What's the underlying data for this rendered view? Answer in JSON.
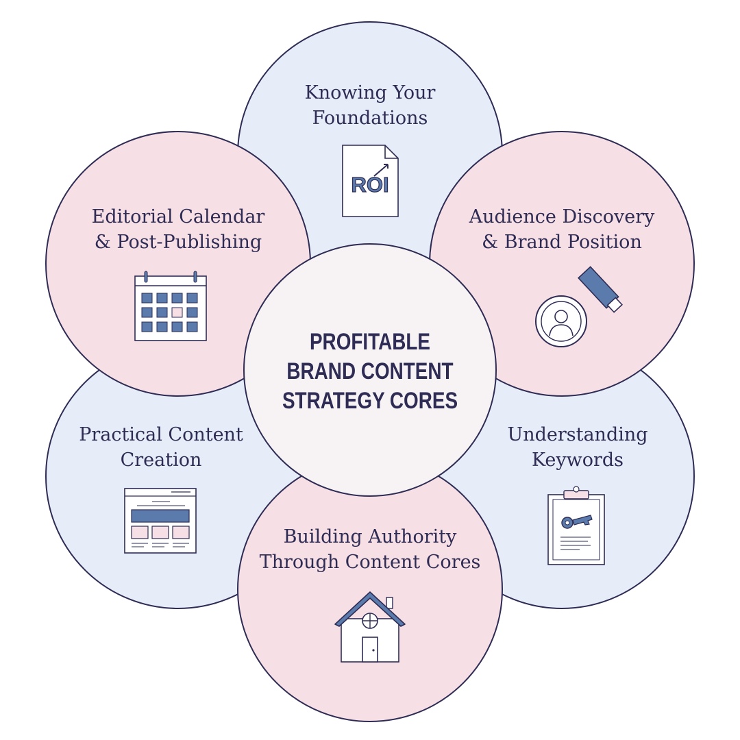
{
  "center": {
    "lines": [
      "PROFITABLE",
      "BRAND CONTENT",
      "STRATEGY CORES"
    ]
  },
  "cores": {
    "foundations": {
      "lines": [
        "Knowing Your",
        "Foundations"
      ],
      "icon": "roi-document-icon"
    },
    "audience": {
      "lines": [
        "Audience Discovery",
        "& Brand Position"
      ],
      "icon": "magnifying-glass-person-icon"
    },
    "keywords": {
      "lines": [
        "Understanding",
        "Keywords"
      ],
      "icon": "clipboard-key-icon"
    },
    "authority": {
      "lines": [
        "Building Authority",
        "Through Content Cores"
      ],
      "icon": "house-icon"
    },
    "creation": {
      "lines": [
        "Practical Content",
        "Creation"
      ],
      "icon": "webpage-layout-icon"
    },
    "editorial": {
      "lines": [
        "Editorial Calendar",
        "& Post-Publishing"
      ],
      "icon": "calendar-icon"
    }
  },
  "roi_icon_text": "ROI",
  "colors": {
    "pink": "#f7dfe6",
    "blue": "#e6edf8",
    "center": "#f7f3f4",
    "stroke": "#2e2c54",
    "accent": "#5a7bab"
  }
}
